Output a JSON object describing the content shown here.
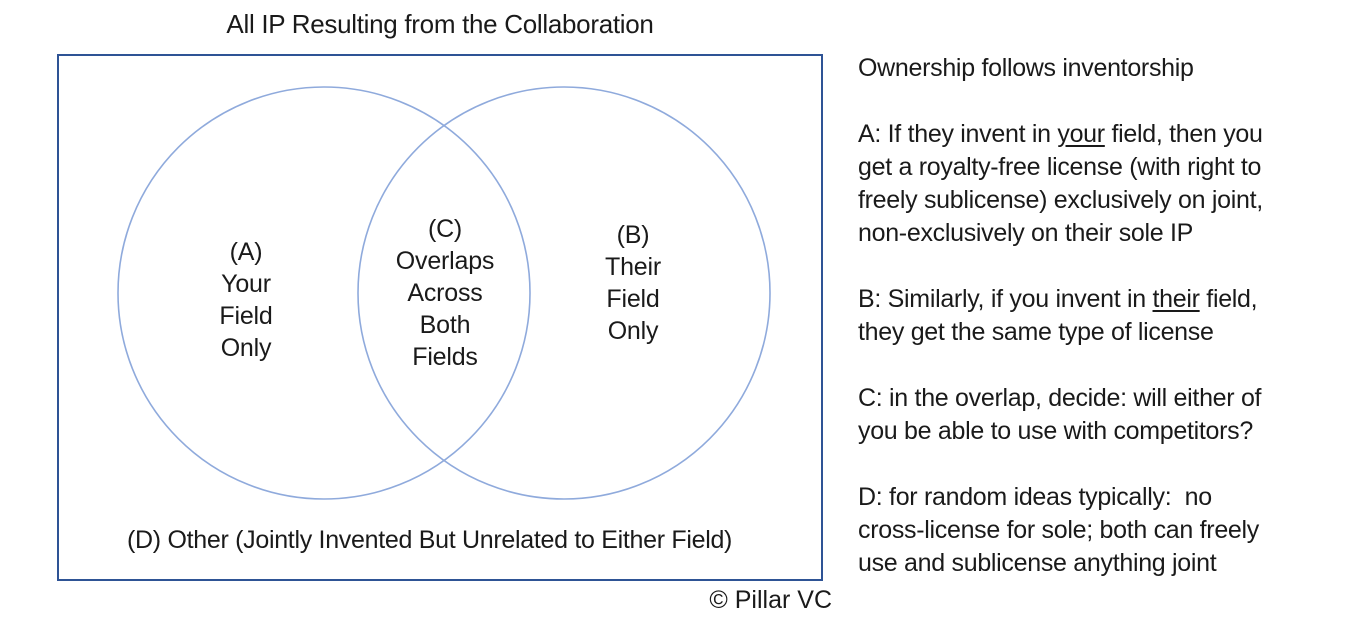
{
  "title": "All IP Resulting from the Collaboration",
  "credit": "© Pillar VC",
  "venn": {
    "region_a_label": "(A)\nYour\nField\nOnly",
    "region_c_label": "(C)\nOverlaps\nAcross\nBoth\nFields",
    "region_b_label": "(B)\nTheir\nField\nOnly",
    "region_d_label": "(D) Other (Jointly Invented But Unrelated to Either Field)"
  },
  "notes": {
    "paragraphs": [
      {
        "lines": [
          [
            {
              "t": "Ownership follows inventorship"
            }
          ]
        ]
      },
      {
        "lines": [
          [
            {
              "t": "A: If they invent in "
            },
            {
              "t": "your",
              "u": true
            },
            {
              "t": " field, then you"
            }
          ],
          [
            {
              "t": "get a royalty-free license (with right to"
            }
          ],
          [
            {
              "t": "freely sublicense) exclusively on joint,"
            }
          ],
          [
            {
              "t": "non-exclusively on their sole IP"
            }
          ]
        ]
      },
      {
        "lines": [
          [
            {
              "t": "B: Similarly, if you invent in "
            },
            {
              "t": "their",
              "u": true
            },
            {
              "t": " field,"
            }
          ],
          [
            {
              "t": "they get the same type of license"
            }
          ]
        ]
      },
      {
        "lines": [
          [
            {
              "t": "C: in the overlap, decide: will either of"
            }
          ],
          [
            {
              "t": "you be able to use with competitors?"
            }
          ]
        ]
      },
      {
        "lines": [
          [
            {
              "t": "D: for random ideas typically:  no"
            }
          ],
          [
            {
              "t": "cross-license for sole; both can freely"
            }
          ],
          [
            {
              "t": "use and sublicense anything joint"
            }
          ]
        ]
      }
    ]
  },
  "colors": {
    "box_border": "#2e5395",
    "circle_stroke": "#8faadc",
    "text": "#1a1a1a"
  }
}
